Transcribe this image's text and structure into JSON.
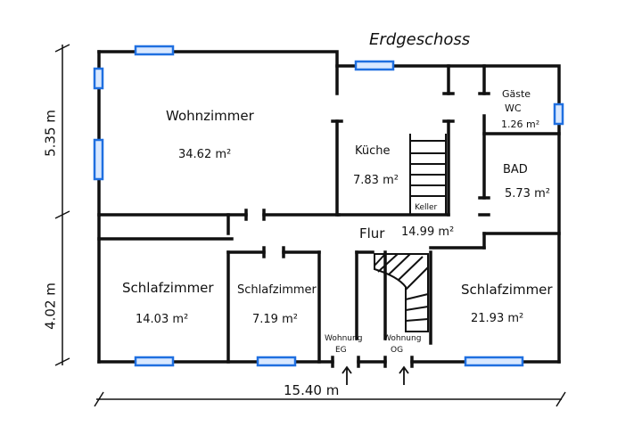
{
  "title": "Erdgeschoss",
  "rooms": {
    "wohnzimmer": {
      "name": "Wohnzimmer",
      "area": "34.62 m²"
    },
    "kueche": {
      "name": "Küche",
      "area": "7.83 m²"
    },
    "gaeste_wc": {
      "name_line1": "Gäste",
      "name_line2": "WC",
      "area": "1.26 m²"
    },
    "bad": {
      "name": "BAD",
      "area": "5.73 m²"
    },
    "flur": {
      "name": "Flur",
      "area": "14.99 m²"
    },
    "keller": {
      "name": "Keller"
    },
    "schlafzimmer_1": {
      "name": "Schlafzimmer",
      "area": "14.03 m²"
    },
    "schlafzimmer_2": {
      "name": "Schlafzimmer",
      "area": "7.19 m²"
    },
    "schlafzimmer_3": {
      "name": "Schlafzimmer",
      "area": "21.93 m²"
    }
  },
  "entrances": {
    "eg": {
      "line1": "Wohnung",
      "line2": "EG"
    },
    "og": {
      "line1": "Wohnung",
      "line2": "OG"
    }
  },
  "dimensions": {
    "width": "15.40 m",
    "upper_height": "5.35 m",
    "lower_height": "4.02 m"
  },
  "colors": {
    "wall": "#111111",
    "window": "#1f6fe0"
  }
}
